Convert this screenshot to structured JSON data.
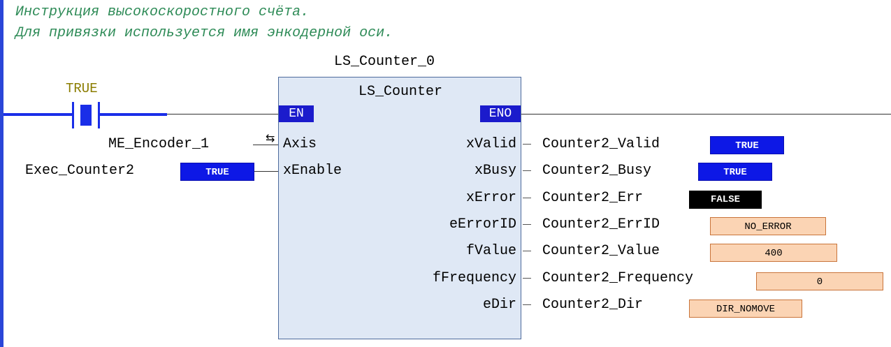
{
  "comments": [
    "Инструкция высокоскоростного счёта.",
    "Для привязки используется имя энкодерной оси."
  ],
  "contact": {
    "value": "TRUE"
  },
  "block": {
    "instance": "LS_Counter_0",
    "type": "LS_Counter",
    "en": "EN",
    "eno": "ENO",
    "inputs": [
      {
        "pin": "Axis",
        "variable": "ME_Encoder_1",
        "symbol": "⇆"
      },
      {
        "pin": "xEnable",
        "variable": "Exec_Counter2",
        "value": "TRUE"
      }
    ],
    "outputs": [
      {
        "pin": "xValid",
        "variable": "Counter2_Valid",
        "value": "TRUE",
        "style": "blue"
      },
      {
        "pin": "xBusy",
        "variable": "Counter2_Busy",
        "value": "TRUE",
        "style": "blue"
      },
      {
        "pin": "xError",
        "variable": "Counter2_Err",
        "value": "FALSE",
        "style": "black"
      },
      {
        "pin": "eErrorID",
        "variable": "Counter2_ErrID",
        "value": "NO_ERROR",
        "style": "orange"
      },
      {
        "pin": "fValue",
        "variable": "Counter2_Value",
        "value": "400",
        "style": "orange"
      },
      {
        "pin": "fFrequency",
        "variable": "Counter2_Frequency",
        "value": "0",
        "style": "orange"
      },
      {
        "pin": "eDir",
        "variable": "Counter2_Dir",
        "value": "DIR_NOMOVE",
        "style": "orange"
      }
    ]
  },
  "colors": {
    "rail": "#2a46d8",
    "comment": "#2e8b57",
    "contact_label": "#8b7d00",
    "true_value": "#0d18e6",
    "false_value": "#000000",
    "online_value_bg": "#fbd4b4",
    "block_bg": "#dfe8f5"
  }
}
